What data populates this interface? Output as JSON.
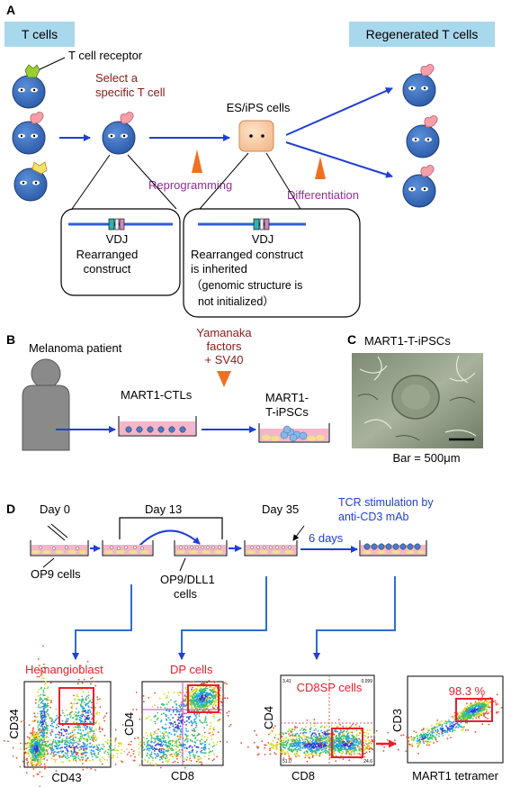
{
  "panel_a": {
    "letter": "A",
    "t_cells_label": "T cells",
    "regen_label": "Regenerated T cells",
    "tcr_label": "T cell receptor",
    "select_line1": "Select a",
    "select_line2": "specific T cell",
    "es_ips_label": "ES/iPS cells",
    "reprogramming": "Reprogramming",
    "differentiation": "Differentiation",
    "box1": {
      "vdj": "VDJ",
      "line1": "Rearranged",
      "line2": "construct"
    },
    "box2": {
      "vdj": "VDJ",
      "line1": "Rearranged construct",
      "line2": "is inherited",
      "line3": "（genomic structure is",
      "line4": "not initialized）"
    }
  },
  "panel_b": {
    "letter": "B",
    "patient": "Melanoma patient",
    "ctl": "MART1-CTLs",
    "factors_line1": "Yamanaka",
    "factors_line2": "factors",
    "factors_line3": "+ SV40",
    "ipsc_line1": "MART1-",
    "ipsc_line2": "T-iPSCs"
  },
  "panel_c": {
    "letter": "C",
    "title": "MART1-T-iPSCs",
    "bar_prefix": "Bar = 500",
    "bar_unit": "μm"
  },
  "panel_d": {
    "letter": "D",
    "day0": "Day 0",
    "day13": "Day 13",
    "day35": "Day 35",
    "tcr_line1": "TCR stimulation by",
    "tcr_line2": "anti-CD3 mAb",
    "six_days": "6 days",
    "op9": "OP9 cells",
    "op9dll1_line1": "OP9/DLL1",
    "op9dll1_line2": "cells",
    "plot1": {
      "gate": "Hemangioblast",
      "ylabel": "CD34",
      "xlabel": "CD43"
    },
    "plot2": {
      "gate": "DP cells",
      "ylabel": "CD4",
      "xlabel": "CD8"
    },
    "plot3": {
      "gate": "CD8SP cells",
      "ylabel": "CD4",
      "xlabel": "CD8",
      "q_tl": "3.41",
      "q_tr": "0.099",
      "q_bl": "51.0",
      "q_br": "24.6"
    },
    "plot4": {
      "gate_value": "98.3 %",
      "ylabel": "CD3",
      "xlabel": "MART1 tetramer"
    }
  },
  "colors": {
    "cell_blue": "#3a6fbf",
    "arrow_blue": "#1f3fd6",
    "red_text": "#8b1a1a",
    "magenta": "#9b2a9b",
    "orange": "#f07020",
    "label_box": "#a8d8ec",
    "gate_red": "#e8202a",
    "dish_pink": "#f4b6c8",
    "bracket_blue": "#2a6fcc"
  }
}
